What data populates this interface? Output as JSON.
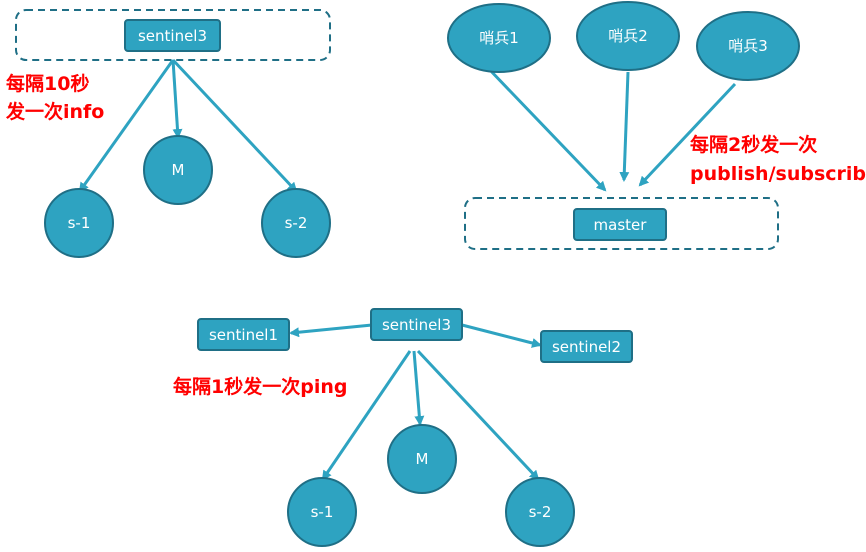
{
  "diagram1": {
    "sentinel": "sentinel3",
    "master": "M",
    "slave1": "s-1",
    "slave2": "s-2",
    "note_line1": "每隔10秒",
    "note_line2": "发一次info"
  },
  "diagram2": {
    "sentinel1": "哨兵1",
    "sentinel2": "哨兵2",
    "sentinel3": "哨兵3",
    "master": "master",
    "note_line1": "每隔2秒发一次",
    "note_line2": "publish/subscribe"
  },
  "diagram3": {
    "center": "sentinel3",
    "left": "sentinel1",
    "right": "sentinel2",
    "master": "M",
    "slave1": "s-1",
    "slave2": "s-2",
    "note": "每隔1秒发一次ping"
  },
  "colors": {
    "node_fill": "#2ea3c1",
    "node_stroke": "#1f6f86",
    "note_text": "#ff0000"
  }
}
